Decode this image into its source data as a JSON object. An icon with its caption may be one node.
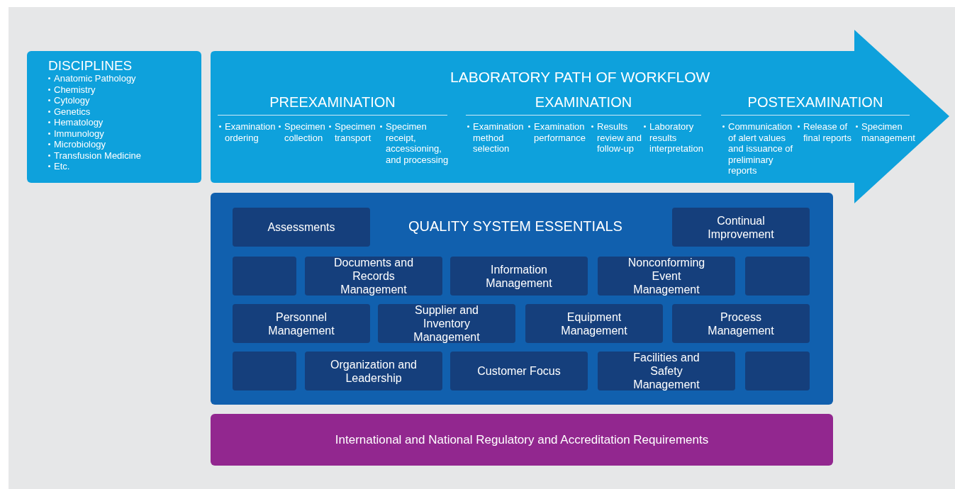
{
  "diagram": {
    "nodes": [
      {
        "text": [
          "DISCIPLINES",
          "Anatomic Pathology",
          "Chemistry",
          "Cytology",
          "Genetics",
          "Hematology",
          "Immunology",
          "Microbiology",
          "Transfusion Medicine",
          "Etc."
        ]
      },
      {
        "text": [
          "LABORATORY PATH OF WORKFLOW"
        ]
      },
      {
        "text": [
          "PREEXAMINATION",
          "Examination ordering",
          "Specimen collection",
          "Specimen transport",
          "Specimen receipt, accessioning, and processing"
        ],
        "in": 1
      },
      {
        "text": [
          "EXAMINATION",
          "Examination method selection",
          "Examination performance",
          "Results review and follow-up",
          "Laboratory results interpretation"
        ],
        "in": 1
      },
      {
        "text": [
          "POSTEXAMINATION",
          "Communication of alert values and issuance of preliminary reports",
          "Release of final reports",
          "Specimen management"
        ],
        "in": 1
      },
      {
        "text": [
          "QUALITY SYSTEM ESSENTIALS"
        ]
      },
      {
        "text": [
          "Assessments"
        ],
        "in": 5
      },
      {
        "text": [
          "Continual Improvement"
        ],
        "in": 5
      },
      {
        "text": [],
        "shape": "box",
        "in": 5
      },
      {
        "text": [
          "Documents and Records Management"
        ],
        "in": 5
      },
      {
        "text": [
          "Information Management"
        ],
        "in": 5
      },
      {
        "text": [
          "Nonconforming Event Management"
        ],
        "in": 5
      },
      {
        "text": [],
        "shape": "box",
        "in": 5
      },
      {
        "text": [
          "Personnel Management"
        ],
        "in": 5
      },
      {
        "text": [
          "Supplier and Inventory Management"
        ],
        "in": 5
      },
      {
        "text": [
          "Equipment Management"
        ],
        "in": 5
      },
      {
        "text": [
          "Process Management"
        ],
        "in": 5
      },
      {
        "text": [],
        "shape": "box",
        "in": 5
      },
      {
        "text": [
          "Organization and Leadership"
        ],
        "in": 5
      },
      {
        "text": [
          "Customer Focus"
        ],
        "in": 5
      },
      {
        "text": [
          "Facilities and Safety Management"
        ],
        "in": 5
      },
      {
        "text": [],
        "shape": "box",
        "in": 5
      },
      {
        "text": [
          "International and National Regulatory and Accreditation Requirements"
        ]
      }
    ]
  }
}
